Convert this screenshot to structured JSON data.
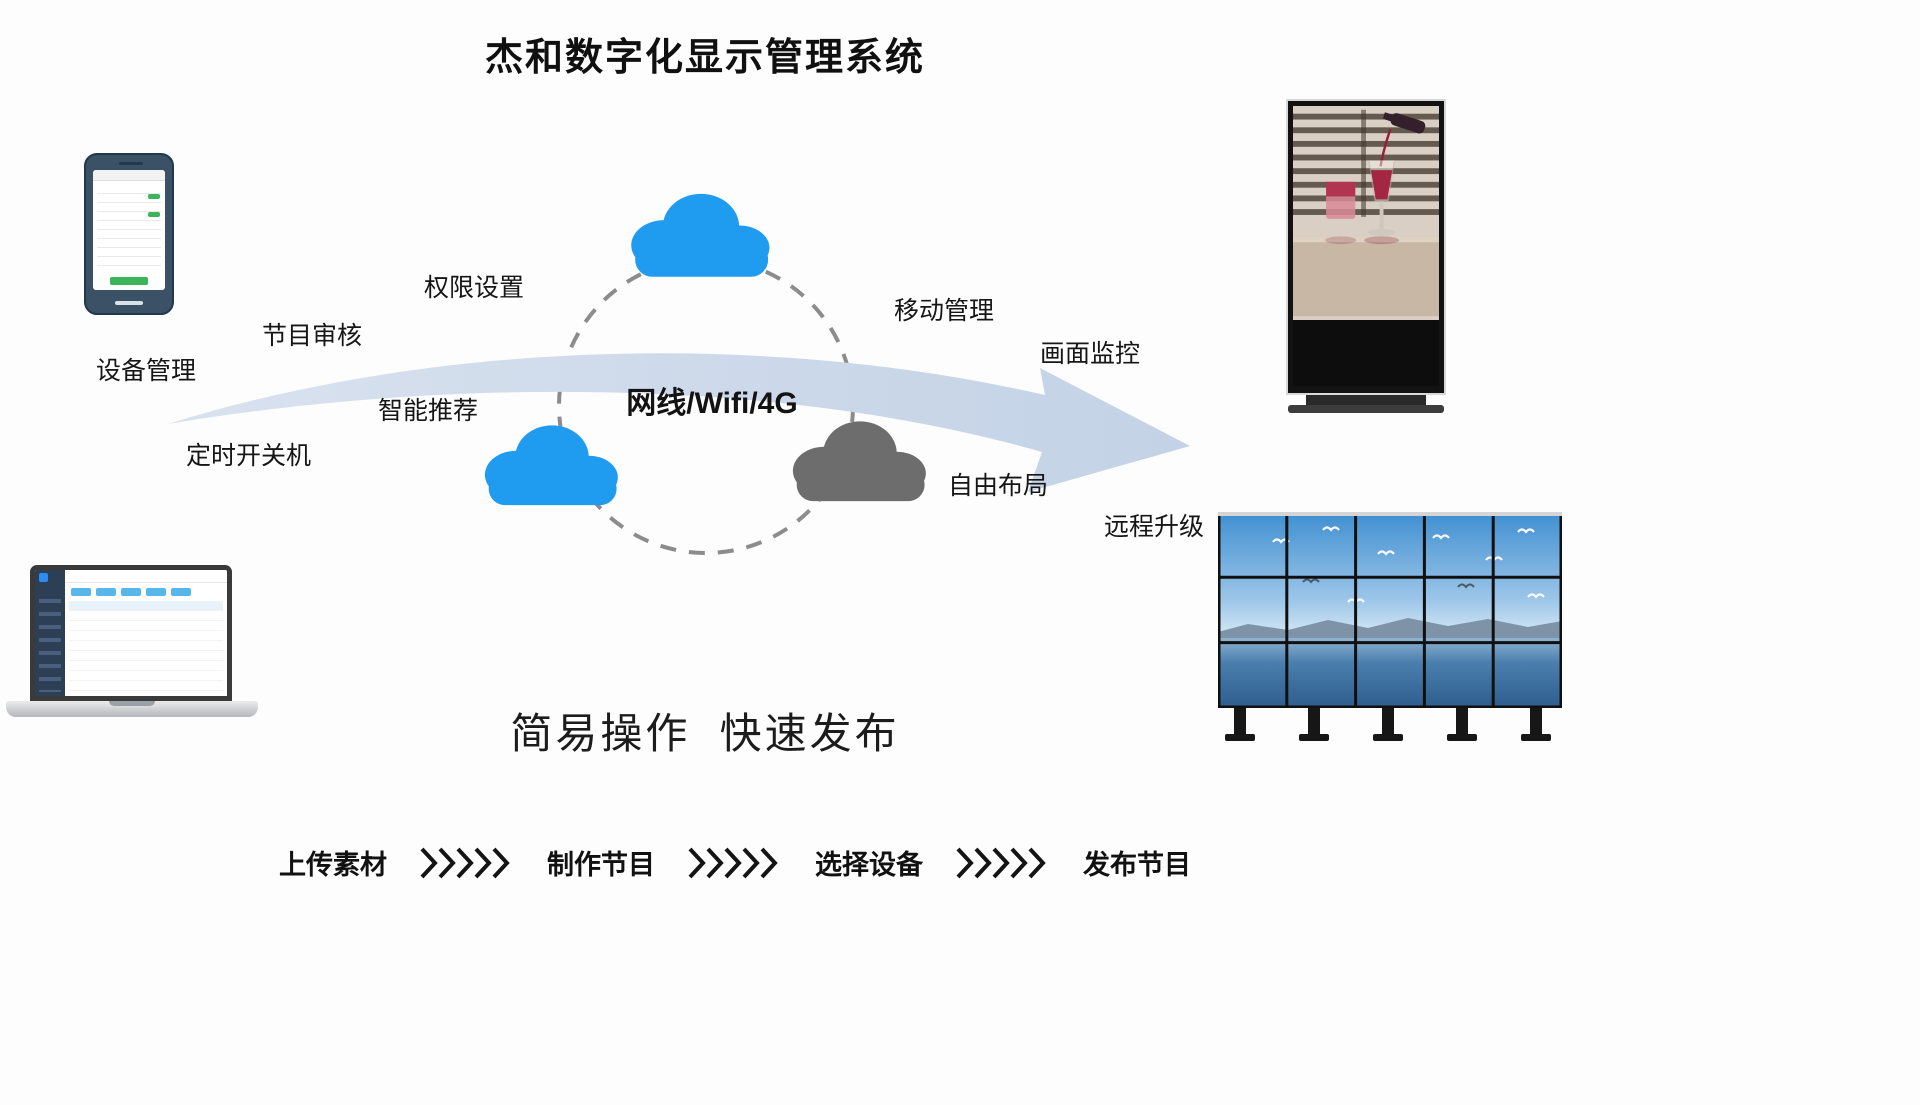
{
  "title": "杰和数字化显示管理系统",
  "network_label": "网线/Wifi/4G",
  "tagline": "简易操作  快速发布",
  "labels": {
    "device_management": "设备管理",
    "program_review": "节目审核",
    "permission_settings": "权限设置",
    "smart_recommendation": "智能推荐",
    "scheduled_power": "定时开关机",
    "mobile_management": "移动管理",
    "screen_monitoring": "画面监控",
    "free_layout": "自由布局",
    "remote_upgrade": "远程升级"
  },
  "workflow": {
    "steps": [
      "上传素材",
      "制作节目",
      "选择设备",
      "发布节目"
    ]
  },
  "colors": {
    "cloud_blue": "#1f9bf0",
    "cloud_gray": "#6d6d6d",
    "arrow_fill": "#c8d6e8",
    "dashed_circle": "#8c8c8c",
    "text": "#141414"
  },
  "icons": {
    "clouds": [
      "cloud-top-icon",
      "cloud-left-icon",
      "cloud-right-icon"
    ],
    "flow_arrow": "swoosh-arrow",
    "workflow_separator": "chevron-arrows-icon",
    "devices": [
      "smartphone-illustration",
      "laptop-illustration",
      "signage-kiosk-illustration",
      "video-wall-illustration"
    ]
  }
}
